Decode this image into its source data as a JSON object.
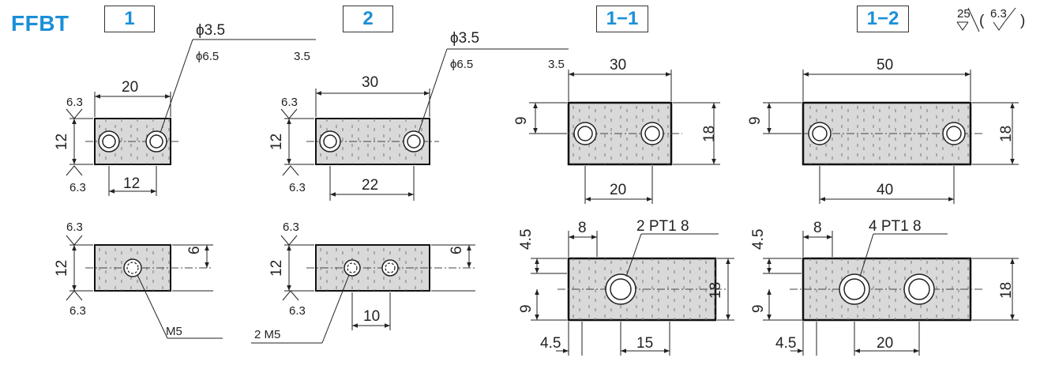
{
  "series_title": "FFBT",
  "tags": [
    "1",
    "2",
    "1−1",
    "1−2"
  ],
  "roughness": {
    "symbol_a": "25",
    "symbol_b": "6.3"
  },
  "views": {
    "v1": {
      "top": {
        "w": "20",
        "h": "12",
        "pitch": "12",
        "rough": "6.3",
        "cb_outer": "ϕ6.5",
        "cb_inner": "ϕ3.5",
        "cb_depth": "3.5"
      },
      "bottom": {
        "h": "12",
        "side": "6",
        "rough": "6.3",
        "tap": "M5"
      }
    },
    "v2": {
      "top": {
        "w": "30",
        "h": "12",
        "pitch": "22",
        "rough": "6.3",
        "cb_outer": "ϕ6.5",
        "cb_inner": "ϕ3.5",
        "cb_depth": "3.5"
      },
      "bottom": {
        "h": "12",
        "side": "6",
        "rough": "6.3",
        "pitch": "10",
        "tap": "2 M5"
      }
    },
    "v11": {
      "top": {
        "w": "30",
        "h": "18",
        "hole_y": "9",
        "pitch": "20"
      },
      "bottom": {
        "left_off": "8",
        "top_off": "4.5",
        "h": "18",
        "lower": "9",
        "edge": "4.5",
        "pitch": "15",
        "port": "2 PT1 8"
      }
    },
    "v12": {
      "top": {
        "w": "50",
        "h": "18",
        "hole_y": "9",
        "pitch": "40"
      },
      "bottom": {
        "left_off": "8",
        "top_off": "4.5",
        "h": "18",
        "lower": "9",
        "edge": "4.5",
        "pitch": "20",
        "port": "4 PT1 8"
      }
    }
  }
}
